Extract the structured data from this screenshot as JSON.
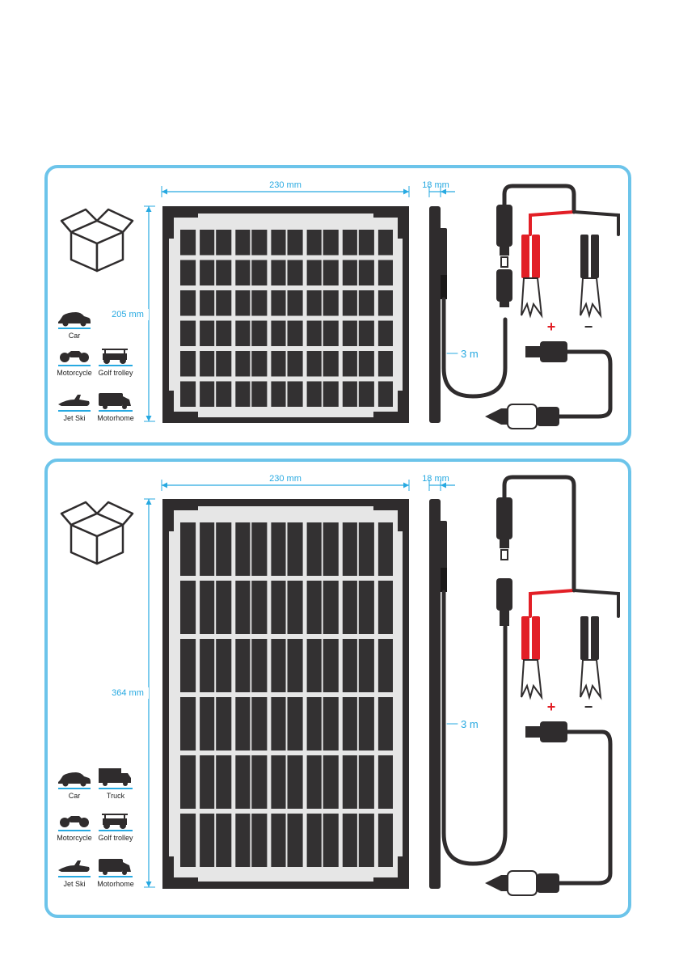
{
  "colors": {
    "accent": "#27a9e1",
    "frame": "#2f2c2d",
    "cell": "#333132",
    "panel_bg": "#e6e6e6",
    "cable_red": "#e21f26"
  },
  "panels": [
    {
      "width_label": "230 mm",
      "depth_label": "18 mm",
      "height_label": "205 mm",
      "cable_label": "3 m",
      "vehicles": [
        {
          "icon": "car-icon",
          "label": "Car"
        },
        {
          "icon": "motorcycle-icon",
          "label": "Motorcycle"
        },
        {
          "icon": "golf-trolley-icon",
          "label": "Golf trolley"
        },
        {
          "icon": "jet-ski-icon",
          "label": "Jet Ski"
        },
        {
          "icon": "motorhome-icon",
          "label": "Motorhome"
        }
      ],
      "cell_rows": 6,
      "cell_cols": 12
    },
    {
      "width_label": "230 mm",
      "depth_label": "18 mm",
      "height_label": "364 mm",
      "cable_label": "3 m",
      "vehicles": [
        {
          "icon": "car-icon",
          "label": "Car"
        },
        {
          "icon": "truck-icon",
          "label": "Truck"
        },
        {
          "icon": "motorcycle-icon",
          "label": "Motorcycle"
        },
        {
          "icon": "golf-trolley-icon",
          "label": "Golf trolley"
        },
        {
          "icon": "jet-ski-icon",
          "label": "Jet Ski"
        },
        {
          "icon": "motorhome-icon",
          "label": "Motorhome"
        }
      ],
      "cell_rows": 6,
      "cell_cols": 12
    }
  ],
  "clamp_signs": {
    "positive": "+",
    "negative": "−"
  }
}
